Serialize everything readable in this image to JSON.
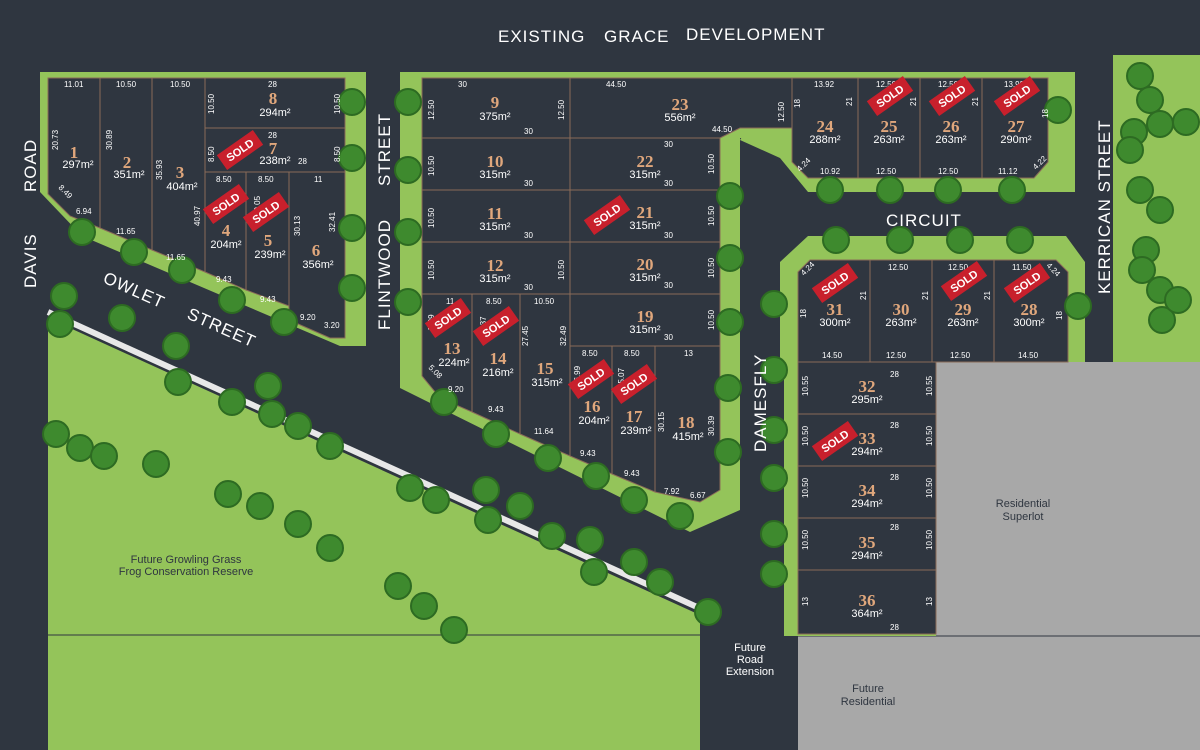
{
  "colors": {
    "road": "#2f3640",
    "grass": "#94c45a",
    "grass_dark": "#7fb843",
    "lot_line": "#8a6b58",
    "lot_number": "#e0a77c",
    "sold": "#c8202c",
    "residential": "#a8a8a8",
    "tree": "#3e8a2e"
  },
  "header": {
    "w1": "EXISTING",
    "w2": "GRACE",
    "w3": "DEVELOPMENT"
  },
  "roads": {
    "davis_1": "DAVIS",
    "davis_2": "ROAD",
    "owlet_1": "OWLET",
    "owlet_2": "STREET",
    "flintwood_1": "FLINTWOOD",
    "flintwood_2": "STREET",
    "damesfly": "DAMESFLY",
    "circuit": "CIRCUIT",
    "kerrican": "KERRICAN STREET"
  },
  "areas": {
    "superlot_1": "Residential",
    "superlot_2": "Superlot",
    "future_res_1": "Future",
    "future_res_2": "Residential",
    "extension_1": "Future",
    "extension_2": "Road",
    "extension_3": "Extension",
    "reserve_1": "Future Growling Grass",
    "reserve_2": "Frog Conservation Reserve"
  },
  "sold_label": "SOLD",
  "lots": [
    {
      "num": "1",
      "area": "297m²",
      "sold": false
    },
    {
      "num": "2",
      "area": "351m²",
      "sold": false
    },
    {
      "num": "3",
      "area": "404m²",
      "sold": false
    },
    {
      "num": "4",
      "area": "204m²",
      "sold": true
    },
    {
      "num": "5",
      "area": "239m²",
      "sold": true
    },
    {
      "num": "6",
      "area": "356m²",
      "sold": false
    },
    {
      "num": "7",
      "area": "238m²",
      "sold": true
    },
    {
      "num": "8",
      "area": "294m²",
      "sold": false
    },
    {
      "num": "9",
      "area": "375m²",
      "sold": false
    },
    {
      "num": "10",
      "area": "315m²",
      "sold": false
    },
    {
      "num": "11",
      "area": "315m²",
      "sold": false
    },
    {
      "num": "12",
      "area": "315m²",
      "sold": false
    },
    {
      "num": "13",
      "area": "224m²",
      "sold": true
    },
    {
      "num": "14",
      "area": "216m²",
      "sold": true
    },
    {
      "num": "15",
      "area": "315m²",
      "sold": false
    },
    {
      "num": "16",
      "area": "204m²",
      "sold": true
    },
    {
      "num": "17",
      "area": "239m²",
      "sold": true
    },
    {
      "num": "18",
      "area": "415m²",
      "sold": false
    },
    {
      "num": "19",
      "area": "315m²",
      "sold": false
    },
    {
      "num": "20",
      "area": "315m²",
      "sold": false
    },
    {
      "num": "21",
      "area": "315m²",
      "sold": true
    },
    {
      "num": "22",
      "area": "315m²",
      "sold": false
    },
    {
      "num": "23",
      "area": "556m²",
      "sold": false
    },
    {
      "num": "24",
      "area": "288m²",
      "sold": false
    },
    {
      "num": "25",
      "area": "263m²",
      "sold": true
    },
    {
      "num": "26",
      "area": "263m²",
      "sold": true
    },
    {
      "num": "27",
      "area": "290m²",
      "sold": true
    },
    {
      "num": "28",
      "area": "300m²",
      "sold": true
    },
    {
      "num": "29",
      "area": "263m²",
      "sold": true
    },
    {
      "num": "30",
      "area": "263m²",
      "sold": false
    },
    {
      "num": "31",
      "area": "300m²",
      "sold": true
    },
    {
      "num": "32",
      "area": "295m²",
      "sold": false
    },
    {
      "num": "33",
      "area": "294m²",
      "sold": true
    },
    {
      "num": "34",
      "area": "294m²",
      "sold": false
    },
    {
      "num": "35",
      "area": "294m²",
      "sold": false
    },
    {
      "num": "36",
      "area": "364m²",
      "sold": false
    }
  ],
  "dimensions": {
    "l1a": "11.01",
    "l1b": "20.73",
    "l1c": "8.49",
    "l1d": "6.94",
    "l2a": "10.50",
    "l2b": "30.89",
    "l2c": "11.65",
    "l3a": "10.50",
    "l3b": "35.93",
    "l3c": "11.65",
    "l4a": "8.50",
    "l4b": "40.97",
    "l4c": "9.43",
    "l5a": "8.50",
    "l5b": "30.05",
    "l5c": "9.43",
    "l6a": "11",
    "l6b": "32.41",
    "l6c": "9.20",
    "l6d": "3.20",
    "l6e": "30.13",
    "l7a": "8.50",
    "l7b": "28",
    "l7c": "28",
    "l7d": "8.50",
    "l8a": "28",
    "l8b": "10.50",
    "l8c": "10.50",
    "l9a": "30",
    "l9b": "12.50",
    "l9c": "12.50",
    "l9d": "30",
    "l10a": "10.50",
    "l10b": "30",
    "l11a": "10.50",
    "l11b": "30",
    "l12a": "10.50",
    "l12b": "30",
    "l12c": "10.50",
    "l13a": "5.09",
    "l13b": "11",
    "l13c": "5.08",
    "l13d": "9.20",
    "l14a": "8.50",
    "l14b": "5.37",
    "l14c": "9.43",
    "l15a": "10.50",
    "l15b": "27.45",
    "l15c": "32.49",
    "l15d": "11.64",
    "l16a": "8.50",
    "l16b": "26.99",
    "l16c": "9.43",
    "l17a": "8.50",
    "l17b": "25.07",
    "l17c": "9.43",
    "l17d": "30.15",
    "l18a": "13",
    "l18b": "30.39",
    "l18c": "7.92",
    "l18d": "6.67",
    "l19a": "30",
    "l19b": "10.50",
    "l20a": "10.50",
    "l20b": "30",
    "l21a": "10.50",
    "l21b": "30",
    "l22a": "30",
    "l22b": "10.50",
    "l22c": "30",
    "l23a": "44.50",
    "l23b": "44.50",
    "l23c": "12.50",
    "l24a": "13.92",
    "l24b": "18",
    "l24c": "4.24",
    "l24d": "10.92",
    "l24e": "21",
    "l25a": "12.50",
    "l25b": "12.50",
    "l25c": "21",
    "l26a": "12.50",
    "l26b": "12.50",
    "l26c": "21",
    "l27a": "13.92",
    "l27b": "18",
    "l27c": "11.12",
    "l27d": "4.22",
    "l28a": "11.50",
    "l28b": "4.24",
    "l28c": "18",
    "l28d": "14.50",
    "l28e": "21",
    "l29a": "12.50",
    "l29b": "12.50",
    "l29c": "21",
    "l30a": "12.50",
    "l30b": "12.50",
    "l30c": "21",
    "l31a": "4.24",
    "l31b": "18",
    "l31c": "14.50",
    "l32a": "10.55",
    "l32b": "28",
    "l32c": "10.55",
    "l33a": "10.50",
    "l33b": "28",
    "l33c": "10.50",
    "l34a": "10.50",
    "l34b": "28",
    "l34c": "10.50",
    "l35a": "10.50",
    "l35b": "28",
    "l35c": "10.50",
    "l36a": "13",
    "l36b": "28",
    "l36c": "13"
  }
}
